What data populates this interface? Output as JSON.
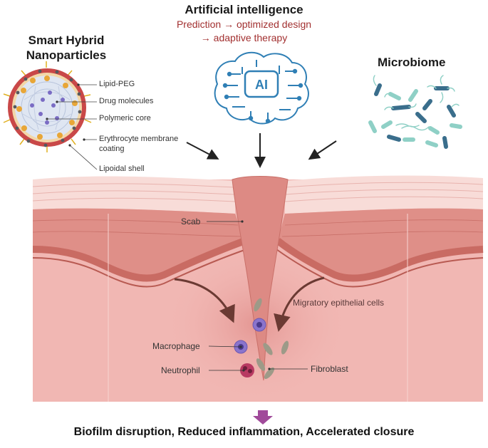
{
  "ai": {
    "title": "Artificial intelligence",
    "line1": "Prediction → optimized design",
    "line2": "→ adaptive therapy",
    "brain_label": "AI"
  },
  "nanoparticles": {
    "title_line1": "Smart Hybrid",
    "title_line2": "Nanoparticles",
    "labels": [
      "Lipid-PEG",
      "Drug molecules",
      "Polymeric core",
      "Erythrocyte membrane",
      "coating",
      "Lipoidal shell"
    ]
  },
  "microbiome": {
    "title": "Microbiome"
  },
  "skin": {
    "scab": "Scab",
    "migratory": "Migratory epithelial cells",
    "macrophage": "Macrophage",
    "neutrophil": "Neutrophil",
    "fibroblast": "Fibroblast"
  },
  "conclusion": "Biofilm disruption, Reduced inflammation, Accelerated closure",
  "colors": {
    "ai_subtitle": "#a23030",
    "ai_brain": "#2f7fb5",
    "result_arrow": "#a04a9a",
    "skin_dermis": "#f1b7b3",
    "skin_epidermis": "#df8f88",
    "scab": "#dd8a84"
  }
}
